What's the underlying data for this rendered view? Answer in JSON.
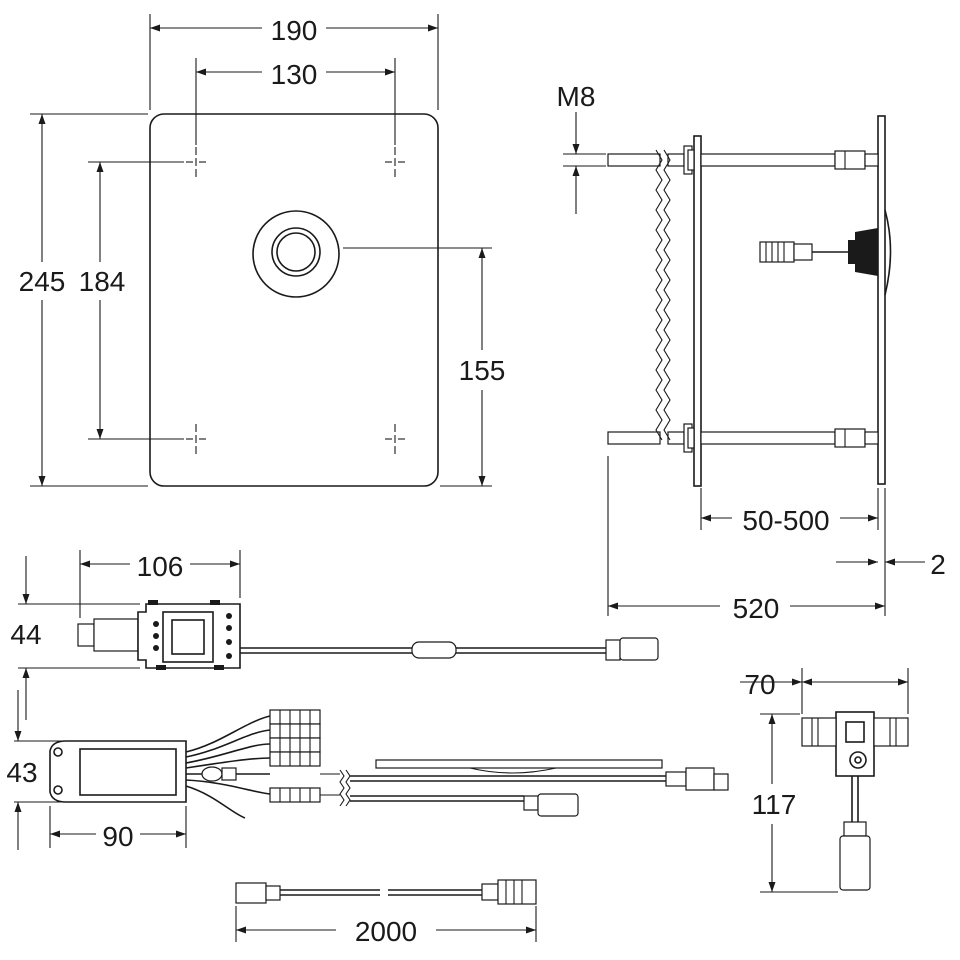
{
  "dimensions": {
    "plate_width": "190",
    "hole_spacing_x": "130",
    "plate_height": "245",
    "hole_spacing_y": "184",
    "center_height": "155",
    "thread": "M8",
    "wall_range": "50-500",
    "plate_thickness": "2",
    "overall_depth": "520",
    "module_width": "106",
    "module_height": "44",
    "box_height": "43",
    "box_width": "90",
    "cable_length": "2000",
    "tee_width": "70",
    "tee_height": "117"
  }
}
